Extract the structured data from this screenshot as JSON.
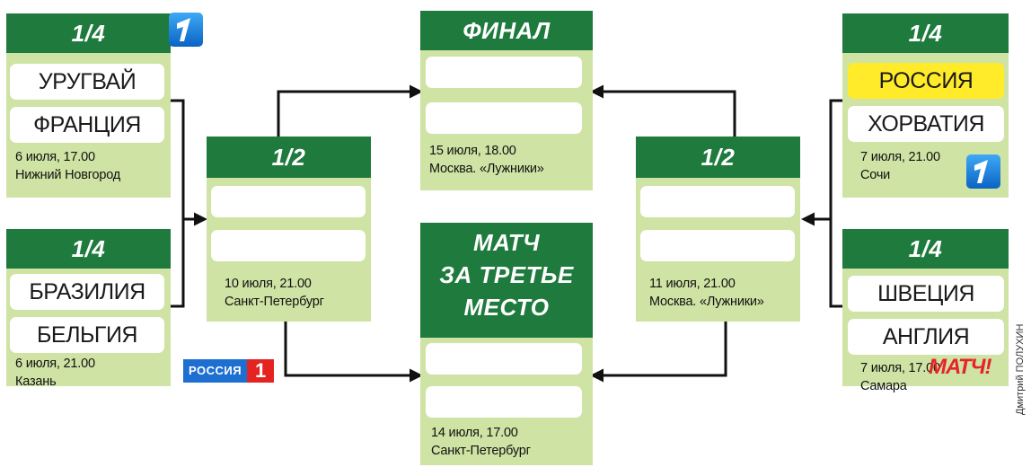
{
  "quarter_left_top": {
    "stage": "1/4",
    "team1": "УРУГВАЙ",
    "team2": "ФРАНЦИЯ",
    "date": "6 июля, 17.00",
    "city": "Нижний Новгород"
  },
  "quarter_left_bottom": {
    "stage": "1/4",
    "team1": "БРАЗИЛИЯ",
    "team2": "БЕЛЬГИЯ",
    "date": "6 июля, 21.00",
    "city": "Казань"
  },
  "semi_left": {
    "stage": "1/2",
    "date": "10 июля, 21.00",
    "city": "Санкт-Петербург"
  },
  "final": {
    "stage": "ФИНАЛ",
    "date": "15 июля, 18.00",
    "city": "Москва. «Лужники»"
  },
  "third_place": {
    "line1": "МАТЧ",
    "line2": "ЗА ТРЕТЬЕ",
    "line3": "МЕСТО",
    "date": "14 июля, 17.00",
    "city": "Санкт-Петербург"
  },
  "semi_right": {
    "stage": "1/2",
    "date": "11 июля, 21.00",
    "city": "Москва. «Лужники»"
  },
  "quarter_right_top": {
    "stage": "1/4",
    "team1": "РОССИЯ",
    "team2": "ХОРВАТИЯ",
    "date": "7 июля, 21.00",
    "city": "Сочи"
  },
  "quarter_right_bottom": {
    "stage": "1/4",
    "team1": "ШВЕЦИЯ",
    "team2": "АНГЛИЯ",
    "date": "7 июля, 17.00",
    "city": "Самара"
  },
  "broadcasters": {
    "rossiya_text": "РОССИЯ",
    "rossiya_num": "1",
    "match_text": "МАТЧ!"
  },
  "credit": "Дмитрий ПОЛУХИН",
  "colors": {
    "header": "#1e7a3d",
    "card": "#cfe3a4",
    "highlight": "#ffeb2a",
    "connector": "#111111"
  }
}
